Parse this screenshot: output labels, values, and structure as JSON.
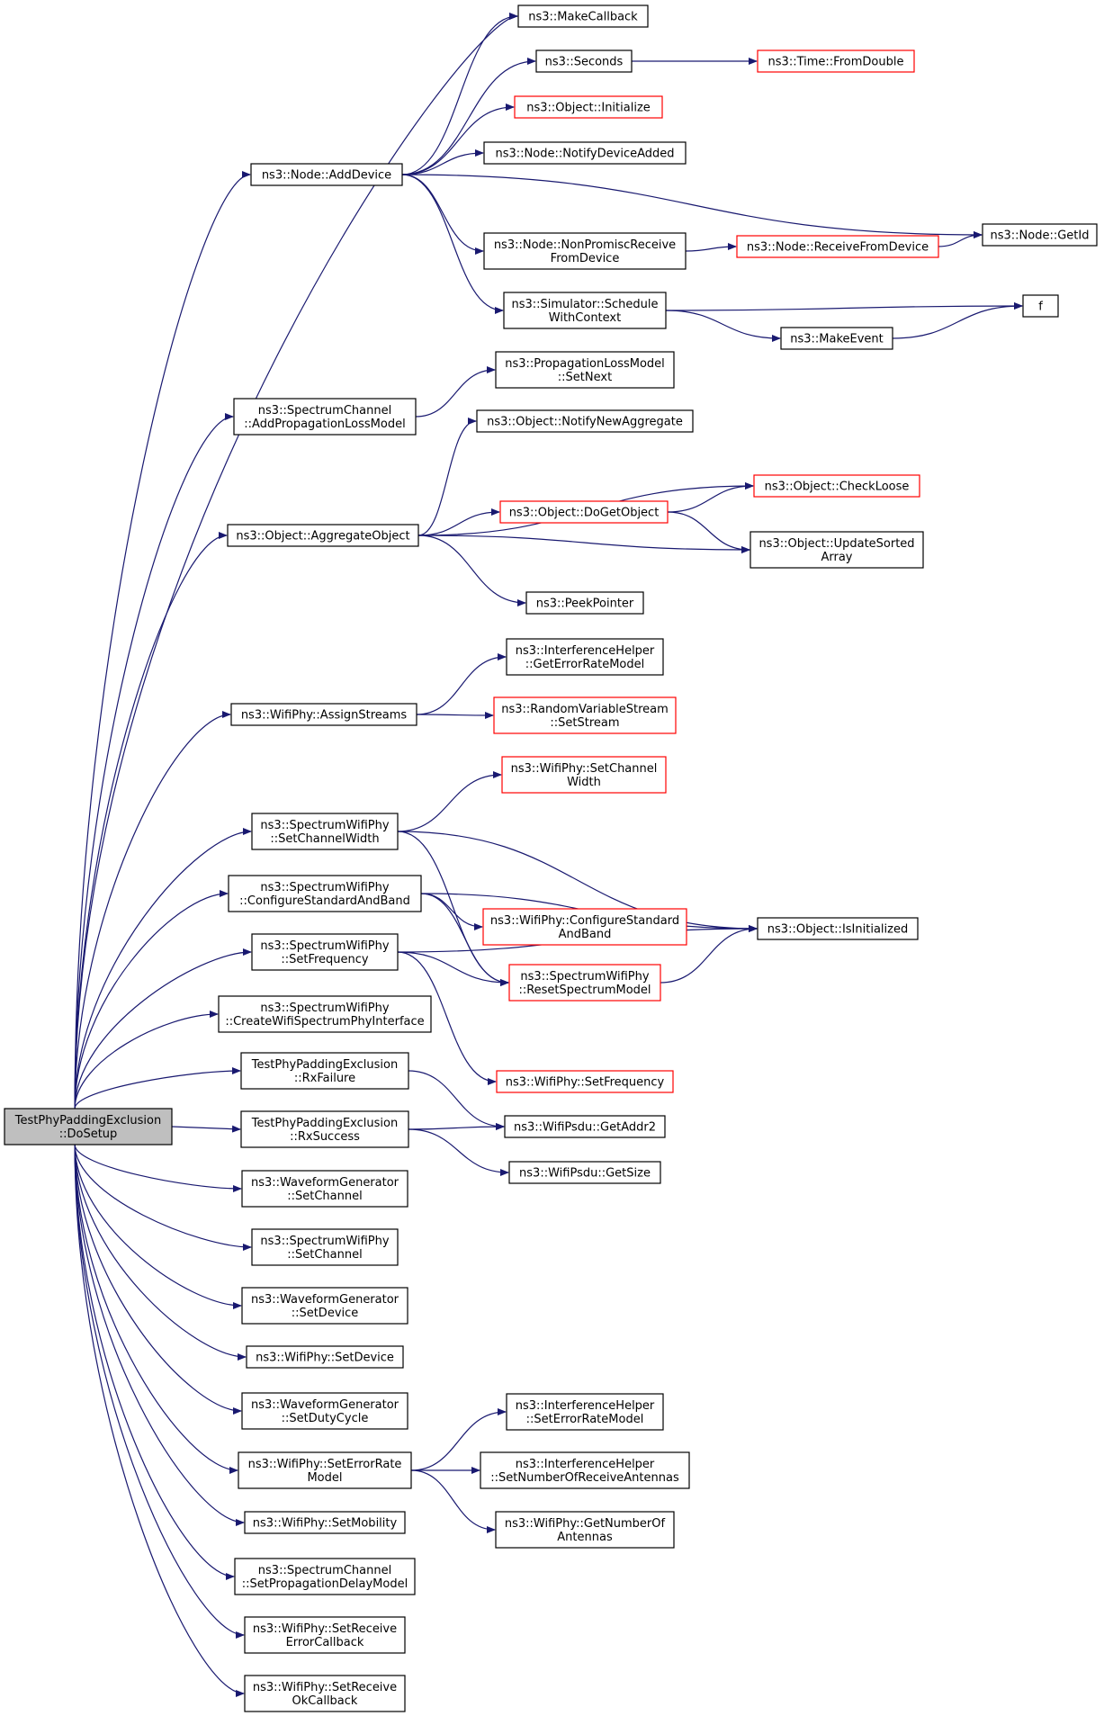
{
  "colors": {
    "edge": "#191970",
    "normal_border": "#000000",
    "red_border": "#ff0000",
    "root_fill": "#bfbfbf",
    "node_fill": "#ffffff"
  },
  "nodes": [
    {
      "id": "root",
      "lines": [
        "TestPhyPaddingExclusion",
        "::DoSetup"
      ],
      "style": "root"
    },
    {
      "id": "makecallback",
      "lines": [
        "ns3::MakeCallback"
      ],
      "style": "normal"
    },
    {
      "id": "seconds",
      "lines": [
        "ns3::Seconds"
      ],
      "style": "normal"
    },
    {
      "id": "fromdouble",
      "lines": [
        "ns3::Time::FromDouble"
      ],
      "style": "red"
    },
    {
      "id": "initialize",
      "lines": [
        "ns3::Object::Initialize"
      ],
      "style": "red"
    },
    {
      "id": "adddevice",
      "lines": [
        "ns3::Node::AddDevice"
      ],
      "style": "normal"
    },
    {
      "id": "notifydeviceadded",
      "lines": [
        "ns3::Node::NotifyDeviceAdded"
      ],
      "style": "normal"
    },
    {
      "id": "nonpromisc",
      "lines": [
        "ns3::Node::NonPromiscReceive",
        "FromDevice"
      ],
      "style": "normal"
    },
    {
      "id": "receivefromdevice",
      "lines": [
        "ns3::Node::ReceiveFromDevice"
      ],
      "style": "red"
    },
    {
      "id": "getid",
      "lines": [
        "ns3::Node::GetId"
      ],
      "style": "normal"
    },
    {
      "id": "schedule",
      "lines": [
        "ns3::Simulator::Schedule",
        "WithContext"
      ],
      "style": "normal"
    },
    {
      "id": "f",
      "lines": [
        "f"
      ],
      "style": "normal"
    },
    {
      "id": "makeevent",
      "lines": [
        "ns3::MakeEvent"
      ],
      "style": "normal"
    },
    {
      "id": "plm_setnext",
      "lines": [
        "ns3::PropagationLossModel",
        "::SetNext"
      ],
      "style": "normal"
    },
    {
      "id": "addplm",
      "lines": [
        "ns3::SpectrumChannel",
        "::AddPropagationLossModel"
      ],
      "style": "normal"
    },
    {
      "id": "notifynewagg",
      "lines": [
        "ns3::Object::NotifyNewAggregate"
      ],
      "style": "normal"
    },
    {
      "id": "checkloose",
      "lines": [
        "ns3::Object::CheckLoose"
      ],
      "style": "red"
    },
    {
      "id": "dogetobject",
      "lines": [
        "ns3::Object::DoGetObject"
      ],
      "style": "red"
    },
    {
      "id": "aggregateobject",
      "lines": [
        "ns3::Object::AggregateObject"
      ],
      "style": "normal"
    },
    {
      "id": "updatesorted",
      "lines": [
        "ns3::Object::UpdateSorted",
        "Array"
      ],
      "style": "normal"
    },
    {
      "id": "peekpointer",
      "lines": [
        "ns3::PeekPointer"
      ],
      "style": "normal"
    },
    {
      "id": "geterrorratemodel",
      "lines": [
        "ns3::InterferenceHelper",
        "::GetErrorRateModel"
      ],
      "style": "normal"
    },
    {
      "id": "assignstreams",
      "lines": [
        "ns3::WifiPhy::AssignStreams"
      ],
      "style": "normal"
    },
    {
      "id": "setstream",
      "lines": [
        "ns3::RandomVariableStream",
        "::SetStream"
      ],
      "style": "red"
    },
    {
      "id": "wifiphy_setchannelwidth",
      "lines": [
        "ns3::WifiPhy::SetChannel",
        "Width"
      ],
      "style": "red"
    },
    {
      "id": "swp_setchannelwidth",
      "lines": [
        "ns3::SpectrumWifiPhy",
        "::SetChannelWidth"
      ],
      "style": "normal"
    },
    {
      "id": "swp_configure",
      "lines": [
        "ns3::SpectrumWifiPhy",
        "::ConfigureStandardAndBand"
      ],
      "style": "normal"
    },
    {
      "id": "wifiphy_configure",
      "lines": [
        "ns3::WifiPhy::ConfigureStandard",
        "AndBand"
      ],
      "style": "red"
    },
    {
      "id": "isinitialized",
      "lines": [
        "ns3::Object::IsInitialized"
      ],
      "style": "normal"
    },
    {
      "id": "swp_setfrequency",
      "lines": [
        "ns3::SpectrumWifiPhy",
        "::SetFrequency"
      ],
      "style": "normal"
    },
    {
      "id": "resetspectrummodel",
      "lines": [
        "ns3::SpectrumWifiPhy",
        "::ResetSpectrumModel"
      ],
      "style": "red"
    },
    {
      "id": "createwifispectrum",
      "lines": [
        "ns3::SpectrumWifiPhy",
        "::CreateWifiSpectrumPhyInterface"
      ],
      "style": "normal"
    },
    {
      "id": "rxfailure",
      "lines": [
        "TestPhyPaddingExclusion",
        "::RxFailure"
      ],
      "style": "normal"
    },
    {
      "id": "wifiphy_setfrequency",
      "lines": [
        "ns3::WifiPhy::SetFrequency"
      ],
      "style": "red"
    },
    {
      "id": "rxsuccess",
      "lines": [
        "TestPhyPaddingExclusion",
        "::RxSuccess"
      ],
      "style": "normal"
    },
    {
      "id": "getaddr2",
      "lines": [
        "ns3::WifiPsdu::GetAddr2"
      ],
      "style": "normal"
    },
    {
      "id": "getsize",
      "lines": [
        "ns3::WifiPsdu::GetSize"
      ],
      "style": "normal"
    },
    {
      "id": "wg_setchannel",
      "lines": [
        "ns3::WaveformGenerator",
        "::SetChannel"
      ],
      "style": "normal"
    },
    {
      "id": "swp_setchannel",
      "lines": [
        "ns3::SpectrumWifiPhy",
        "::SetChannel"
      ],
      "style": "normal"
    },
    {
      "id": "wg_setdevice",
      "lines": [
        "ns3::WaveformGenerator",
        "::SetDevice"
      ],
      "style": "normal"
    },
    {
      "id": "wifiphy_setdevice",
      "lines": [
        "ns3::WifiPhy::SetDevice"
      ],
      "style": "normal"
    },
    {
      "id": "wg_setdutycycle",
      "lines": [
        "ns3::WaveformGenerator",
        "::SetDutyCycle"
      ],
      "style": "normal"
    },
    {
      "id": "seterrorratemodel_ih",
      "lines": [
        "ns3::InterferenceHelper",
        "::SetErrorRateModel"
      ],
      "style": "normal"
    },
    {
      "id": "seterrorratemodel",
      "lines": [
        "ns3::WifiPhy::SetErrorRate",
        "Model"
      ],
      "style": "normal"
    },
    {
      "id": "setnumrxantennas",
      "lines": [
        "ns3::InterferenceHelper",
        "::SetNumberOfReceiveAntennas"
      ],
      "style": "normal"
    },
    {
      "id": "getnumantennas",
      "lines": [
        "ns3::WifiPhy::GetNumberOf",
        "Antennas"
      ],
      "style": "normal"
    },
    {
      "id": "setmobility",
      "lines": [
        "ns3::WifiPhy::SetMobility"
      ],
      "style": "normal"
    },
    {
      "id": "setpropdelay",
      "lines": [
        "ns3::SpectrumChannel",
        "::SetPropagationDelayModel"
      ],
      "style": "normal"
    },
    {
      "id": "setrxerrorcb",
      "lines": [
        "ns3::WifiPhy::SetReceive",
        "ErrorCallback"
      ],
      "style": "normal"
    },
    {
      "id": "setrxokcb",
      "lines": [
        "ns3::WifiPhy::SetReceive",
        "OkCallback"
      ],
      "style": "normal"
    }
  ],
  "edges": [
    [
      "root",
      "makecallback"
    ],
    [
      "root",
      "adddevice"
    ],
    [
      "root",
      "addplm"
    ],
    [
      "root",
      "aggregateobject"
    ],
    [
      "root",
      "assignstreams"
    ],
    [
      "root",
      "swp_setchannelwidth"
    ],
    [
      "root",
      "swp_configure"
    ],
    [
      "root",
      "swp_setfrequency"
    ],
    [
      "root",
      "createwifispectrum"
    ],
    [
      "root",
      "rxfailure"
    ],
    [
      "root",
      "rxsuccess"
    ],
    [
      "root",
      "wg_setchannel"
    ],
    [
      "root",
      "swp_setchannel"
    ],
    [
      "root",
      "wg_setdevice"
    ],
    [
      "root",
      "wifiphy_setdevice"
    ],
    [
      "root",
      "wg_setdutycycle"
    ],
    [
      "root",
      "seterrorratemodel"
    ],
    [
      "root",
      "setmobility"
    ],
    [
      "root",
      "setpropdelay"
    ],
    [
      "root",
      "setrxerrorcb"
    ],
    [
      "root",
      "setrxokcb"
    ],
    [
      "adddevice",
      "makecallback"
    ],
    [
      "adddevice",
      "seconds"
    ],
    [
      "adddevice",
      "initialize"
    ],
    [
      "adddevice",
      "notifydeviceadded"
    ],
    [
      "adddevice",
      "getid"
    ],
    [
      "adddevice",
      "nonpromisc"
    ],
    [
      "adddevice",
      "schedule"
    ],
    [
      "seconds",
      "fromdouble"
    ],
    [
      "nonpromisc",
      "receivefromdevice"
    ],
    [
      "receivefromdevice",
      "getid"
    ],
    [
      "schedule",
      "f"
    ],
    [
      "schedule",
      "makeevent"
    ],
    [
      "makeevent",
      "f"
    ],
    [
      "addplm",
      "plm_setnext"
    ],
    [
      "aggregateobject",
      "notifynewagg"
    ],
    [
      "aggregateobject",
      "checkloose"
    ],
    [
      "aggregateobject",
      "dogetobject"
    ],
    [
      "aggregateobject",
      "updatesorted"
    ],
    [
      "aggregateobject",
      "peekpointer"
    ],
    [
      "dogetobject",
      "checkloose"
    ],
    [
      "dogetobject",
      "updatesorted"
    ],
    [
      "assignstreams",
      "geterrorratemodel"
    ],
    [
      "assignstreams",
      "setstream"
    ],
    [
      "swp_setchannelwidth",
      "wifiphy_setchannelwidth"
    ],
    [
      "swp_setchannelwidth",
      "isinitialized"
    ],
    [
      "swp_setchannelwidth",
      "resetspectrummodel"
    ],
    [
      "swp_configure",
      "isinitialized"
    ],
    [
      "swp_configure",
      "wifiphy_configure"
    ],
    [
      "swp_configure",
      "resetspectrummodel"
    ],
    [
      "swp_setfrequency",
      "resetspectrummodel"
    ],
    [
      "swp_setfrequency",
      "isinitialized"
    ],
    [
      "swp_setfrequency",
      "wifiphy_setfrequency"
    ],
    [
      "resetspectrummodel",
      "isinitialized"
    ],
    [
      "rxfailure",
      "getaddr2"
    ],
    [
      "rxsuccess",
      "getaddr2"
    ],
    [
      "rxsuccess",
      "getsize"
    ],
    [
      "seterrorratemodel",
      "seterrorratemodel_ih"
    ],
    [
      "seterrorratemodel",
      "setnumrxantennas"
    ],
    [
      "seterrorratemodel",
      "getnumantennas"
    ]
  ]
}
